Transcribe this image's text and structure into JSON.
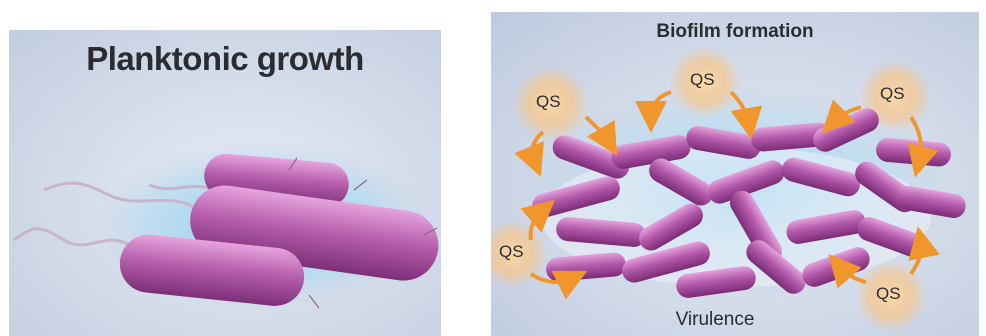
{
  "left": {
    "title": "Planktonic growth"
  },
  "right": {
    "title": "Biofilm formation",
    "footer": "Virulence",
    "signal_label": "QS"
  },
  "colors": {
    "bacteria": "#b04fa6",
    "bacteria_highlight": "#e6a4de",
    "halo": "#7cc7ec",
    "arrow": "#f0962c",
    "glow": "#f8c88a"
  }
}
